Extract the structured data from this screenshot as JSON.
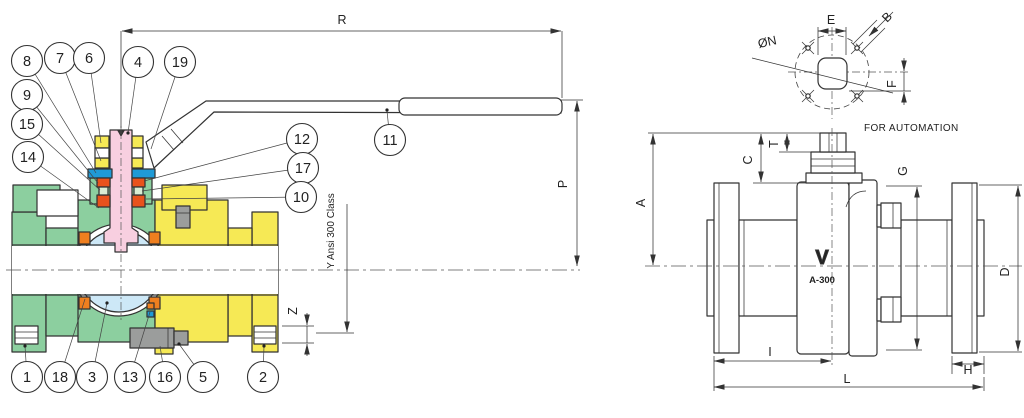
{
  "section_view": {
    "callouts": {
      "c1": "1",
      "c2": "2",
      "c3": "3",
      "c4": "4",
      "c5": "5",
      "c6": "6",
      "c7": "7",
      "c8": "8",
      "c9": "9",
      "c10": "10",
      "c11": "11",
      "c12": "12",
      "c13": "13",
      "c14": "14",
      "c15": "15",
      "c16": "16",
      "c17": "17",
      "c18": "18",
      "c19": "19"
    },
    "dims": {
      "r": "R",
      "p": "P",
      "z": "Z"
    },
    "class_note": "Y Ansi 300 Class"
  },
  "side_view": {
    "dims": {
      "a": "A",
      "c": "C",
      "t": "T",
      "g": "G",
      "d": "D",
      "h": "H",
      "i": "I",
      "l": "L"
    },
    "logo": "V",
    "model": "A-300",
    "automation_note": "FOR AUTOMATION"
  },
  "top_view": {
    "dims": {
      "e": "E",
      "b": "B",
      "f": "F",
      "n": "ØN"
    }
  },
  "colors": {
    "body_left": "#8ccf9f",
    "body_right": "#f6e955",
    "stem": "#f8cfe0",
    "ball": "#cde8f7",
    "gland_ring": "#1f9ad6",
    "seat": "#ef7f1f",
    "packing": "#e8521c",
    "packing_spacer": "#d9ecd3",
    "hardware_gray": "#9b9d9c",
    "line": "#333333"
  }
}
